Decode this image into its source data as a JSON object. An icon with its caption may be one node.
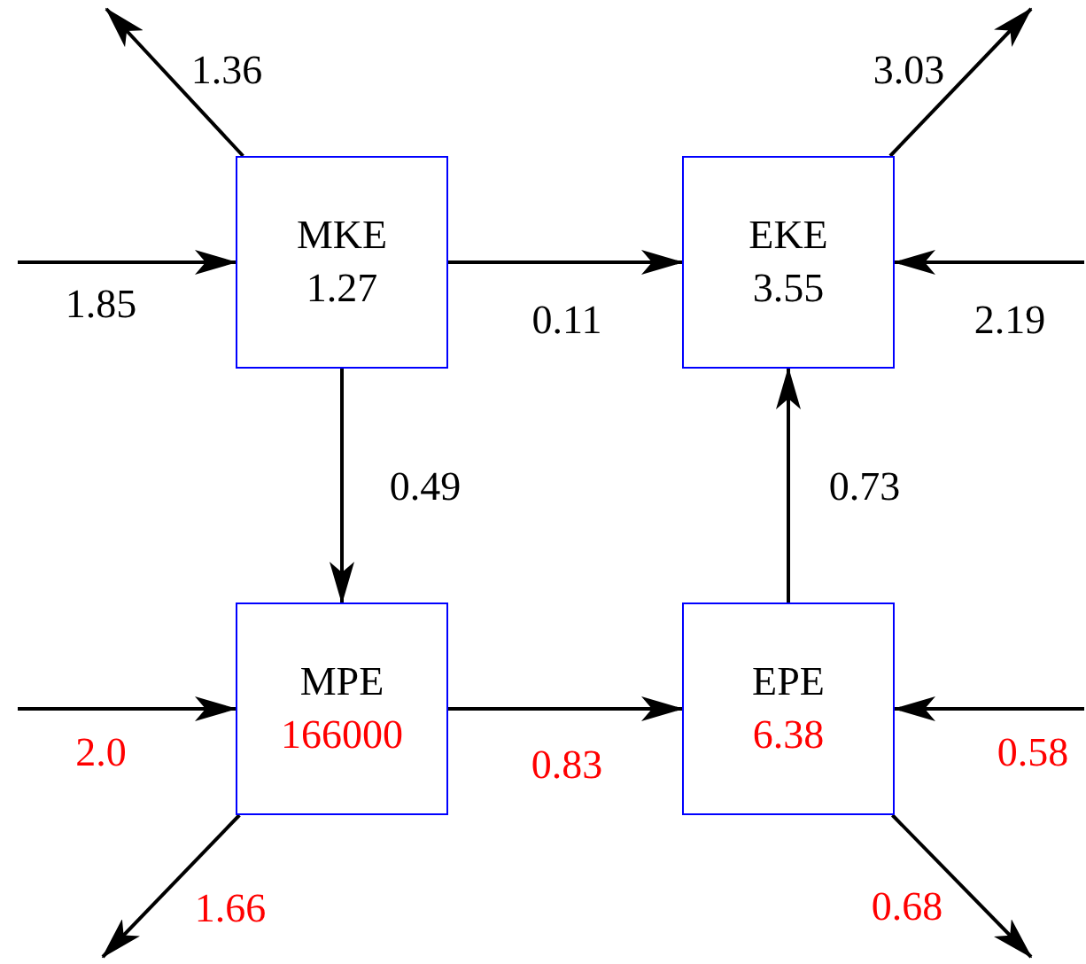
{
  "diagram": {
    "nodes": [
      {
        "text": [
          "MKE",
          "1.27"
        ]
      },
      {
        "text": [
          "EKE",
          "3.55"
        ]
      },
      {
        "text": [
          "MPE",
          "166000"
        ]
      },
      {
        "text": [
          "EPE",
          "6.38"
        ]
      }
    ],
    "edges": [
      {
        "from": 0,
        "to": null,
        "arrow": "to",
        "label": "1.36"
      },
      {
        "from": null,
        "to": 0,
        "arrow": "to",
        "label": "1.85"
      },
      {
        "from": 0,
        "to": 1,
        "arrow": "to",
        "label": "0.11"
      },
      {
        "from": 1,
        "to": null,
        "arrow": "to",
        "label": "3.03"
      },
      {
        "from": null,
        "to": 1,
        "arrow": "to",
        "label": "2.19"
      },
      {
        "from": 0,
        "to": 2,
        "arrow": "to",
        "label": "0.49"
      },
      {
        "from": 3,
        "to": 1,
        "arrow": "to",
        "label": "0.73"
      },
      {
        "from": null,
        "to": 2,
        "arrow": "to",
        "label": "2.0"
      },
      {
        "from": 2,
        "to": 3,
        "arrow": "to",
        "label": "0.83"
      },
      {
        "from": null,
        "to": 3,
        "arrow": "to",
        "label": "0.58"
      },
      {
        "from": 2,
        "to": null,
        "arrow": "to",
        "label": "1.66"
      },
      {
        "from": 3,
        "to": null,
        "arrow": "to",
        "label": "0.68"
      }
    ]
  }
}
